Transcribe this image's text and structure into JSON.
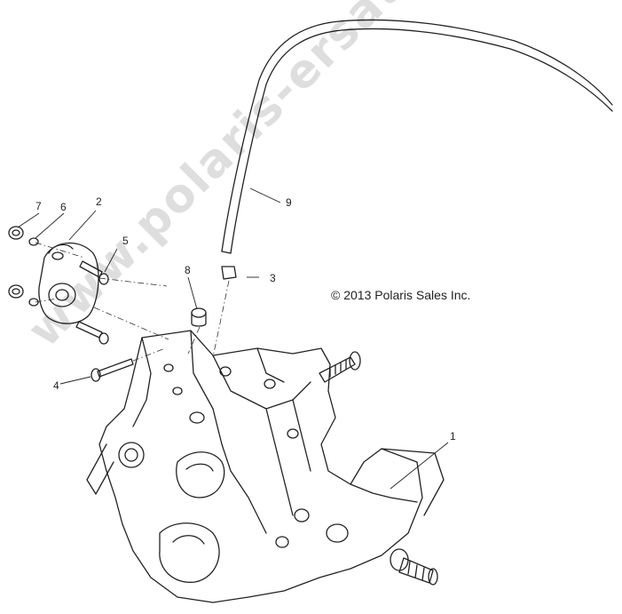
{
  "diagram": {
    "copyright": "© 2013 Polaris Sales Inc.",
    "watermark": "www.polaris-ersatzteile.de",
    "callouts": [
      {
        "id": "1",
        "label": "1"
      },
      {
        "id": "2",
        "label": "2"
      },
      {
        "id": "3",
        "label": "3"
      },
      {
        "id": "4",
        "label": "4"
      },
      {
        "id": "5",
        "label": "5"
      },
      {
        "id": "6",
        "label": "6"
      },
      {
        "id": "7",
        "label": "7"
      },
      {
        "id": "8",
        "label": "8"
      },
      {
        "id": "9",
        "label": "9"
      }
    ]
  }
}
